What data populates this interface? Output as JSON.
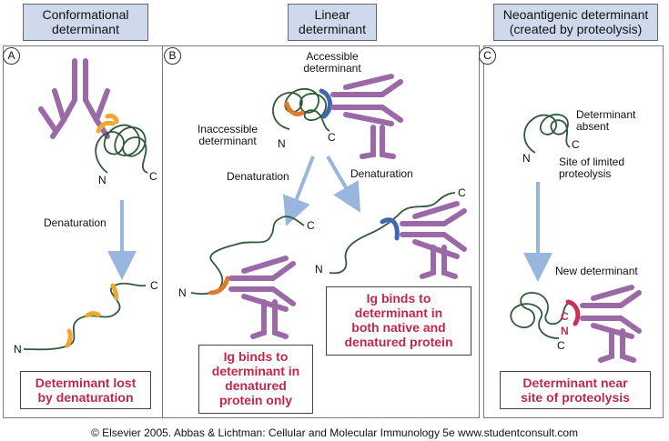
{
  "panels": [
    {
      "letter": "A",
      "title_line1": "Conformational",
      "title_line2": "determinant",
      "box_line1": "Determinant lost",
      "box_line2": "by denaturation"
    },
    {
      "letter": "B",
      "title_line1": "Linear",
      "title_line2": "determinant",
      "box_left_line1": "Ig binds to",
      "box_left_line2": "determinant in",
      "box_left_line3": "denatured",
      "box_left_line4": "protein only",
      "box_right_line1": "Ig binds to",
      "box_right_line2": "determinant in",
      "box_right_line3": "both native and",
      "box_right_line4": "denatured protein"
    },
    {
      "letter": "C",
      "title_line1": "Neoantigenic determinant",
      "title_line2": "(created by proteolysis)",
      "box_line1": "Determinant near",
      "box_line2": "site of proteolysis"
    }
  ],
  "labels": {
    "denaturation": "Denaturation",
    "accessible_line1": "Accessible",
    "accessible_line2": "determinant",
    "inaccessible_line1": "Inaccessible",
    "inaccessible_line2": "determinant",
    "determinant_absent_line1": "Determinant",
    "determinant_absent_line2": "absent",
    "site_line1": "Site of limited",
    "site_line2": "proteolysis",
    "new_determinant": "New determinant",
    "n_terminus": "N",
    "c_terminus": "C"
  },
  "footer": "© Elsevier 2005. Abbas & Lichtman: Cellular and Molecular Immunology 5e www.studentconsult.com",
  "colors": {
    "header_bg": "#cfd9ec",
    "antibody": "#9b69a8",
    "chain": "#2f5a3a",
    "conformational_epitope": "#f0a830",
    "inaccessible_epitope": "#e07a2a",
    "linear_epitope": "#3f66b0",
    "neo_epitope": "#c8325a",
    "arrow": "#9ab6de",
    "box_text": "#c0284b"
  }
}
